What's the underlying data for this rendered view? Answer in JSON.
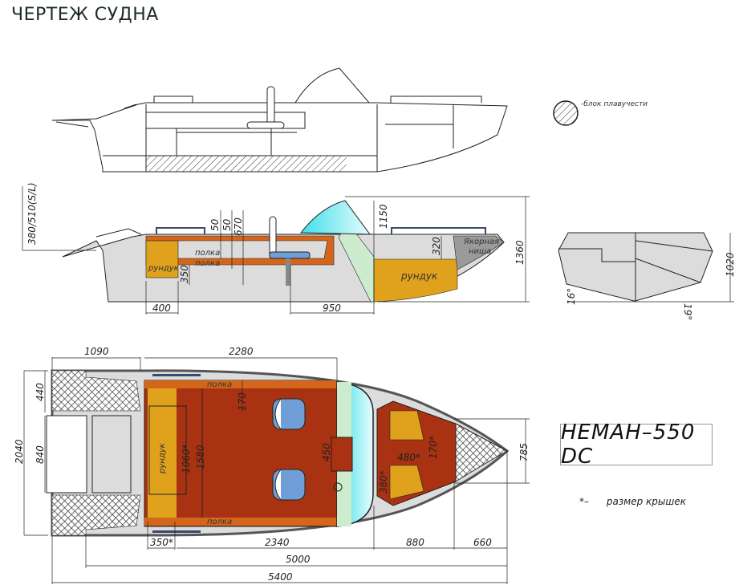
{
  "page": {
    "title": "ЧЕРТЕЖ СУДНА"
  },
  "legend": {
    "symbol": "hatched-circle",
    "text": "-блок плавучести"
  },
  "model": {
    "name": "НЕМАН–550 DC"
  },
  "note": {
    "marker": "*–",
    "text": "размер крышек"
  },
  "colors": {
    "hull_gray": "#dcdcdc",
    "deck_red": "#a83212",
    "shelf_orange": "#d4661c",
    "locker_yellow": "#e0a21c",
    "windshield_cyan": "#7fe8ee",
    "console_green": "#cdeccd",
    "seat_blue": "#6f9fd6",
    "anchor_gray": "#9a9a9a",
    "line": "#222222"
  },
  "side_view": {
    "labels": {
      "locker_aft": "рундук",
      "shelf_1": "полка",
      "shelf_2": "полка",
      "locker_bow": "рундук",
      "anchor_1": "Якорная",
      "anchor_2": "ниша"
    },
    "dims": {
      "transom": "380/510(S/L)",
      "d50a": "50",
      "d50b": "50",
      "d670": "670",
      "d350": "350",
      "d400": "400",
      "d950": "950",
      "d1150": "1150",
      "d320": "320",
      "d1360": "1360"
    }
  },
  "front_view": {
    "dims": {
      "height": "1020",
      "angle_left": "16°",
      "angle_right": "19°"
    }
  },
  "plan_view": {
    "labels": {
      "shelf_top": "полка",
      "shelf_bottom": "полка",
      "locker": "рундук"
    },
    "dims": {
      "d1090": "1090",
      "d2280": "2280",
      "d440": "440",
      "d840": "840",
      "d2040": "2040",
      "d170": "170",
      "d1060": "1060*",
      "d1580": "1580",
      "d450": "450",
      "d480": "480*",
      "d170b": "170*",
      "d380": "380*",
      "d785": "785",
      "d350": "350*",
      "d2340": "2340",
      "d880": "880",
      "d660": "660",
      "d5000": "5000",
      "d5400": "5400"
    }
  }
}
